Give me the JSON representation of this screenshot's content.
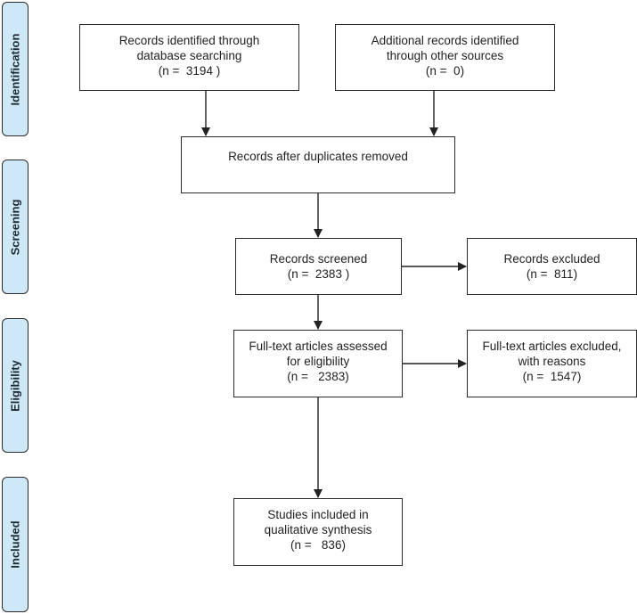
{
  "phases": {
    "identification": "Identification",
    "screening": "Screening",
    "eligibility": "Eligibility",
    "included": "Included"
  },
  "boxes": {
    "database_search": {
      "line1": "Records identified through",
      "line2": "database searching",
      "line3": "(n =  3194 )"
    },
    "other_sources": {
      "line1": "Additional records identified",
      "line2": "through other sources",
      "line3": "(n =  0)"
    },
    "duplicates_removed": {
      "line1": "Records after duplicates removed"
    },
    "screened": {
      "line1": "Records screened",
      "line2": "(n =  2383 )"
    },
    "excluded": {
      "line1": "Records excluded",
      "line2": "(n =  811)"
    },
    "fulltext_assessed": {
      "line1": "Full-text articles assessed",
      "line2": "for eligibility",
      "line3": "(n =   2383)"
    },
    "fulltext_excluded": {
      "line1": "Full-text articles excluded,",
      "line2": "with reasons",
      "line3": "(n =  1547)"
    },
    "included": {
      "line1": "Studies included in",
      "line2": "qualitative synthesis",
      "line3": "(n =   836)"
    }
  },
  "colors": {
    "phase_fill": "#cfe8f7",
    "border": "#2b2b2b",
    "arrow": "#222222"
  }
}
